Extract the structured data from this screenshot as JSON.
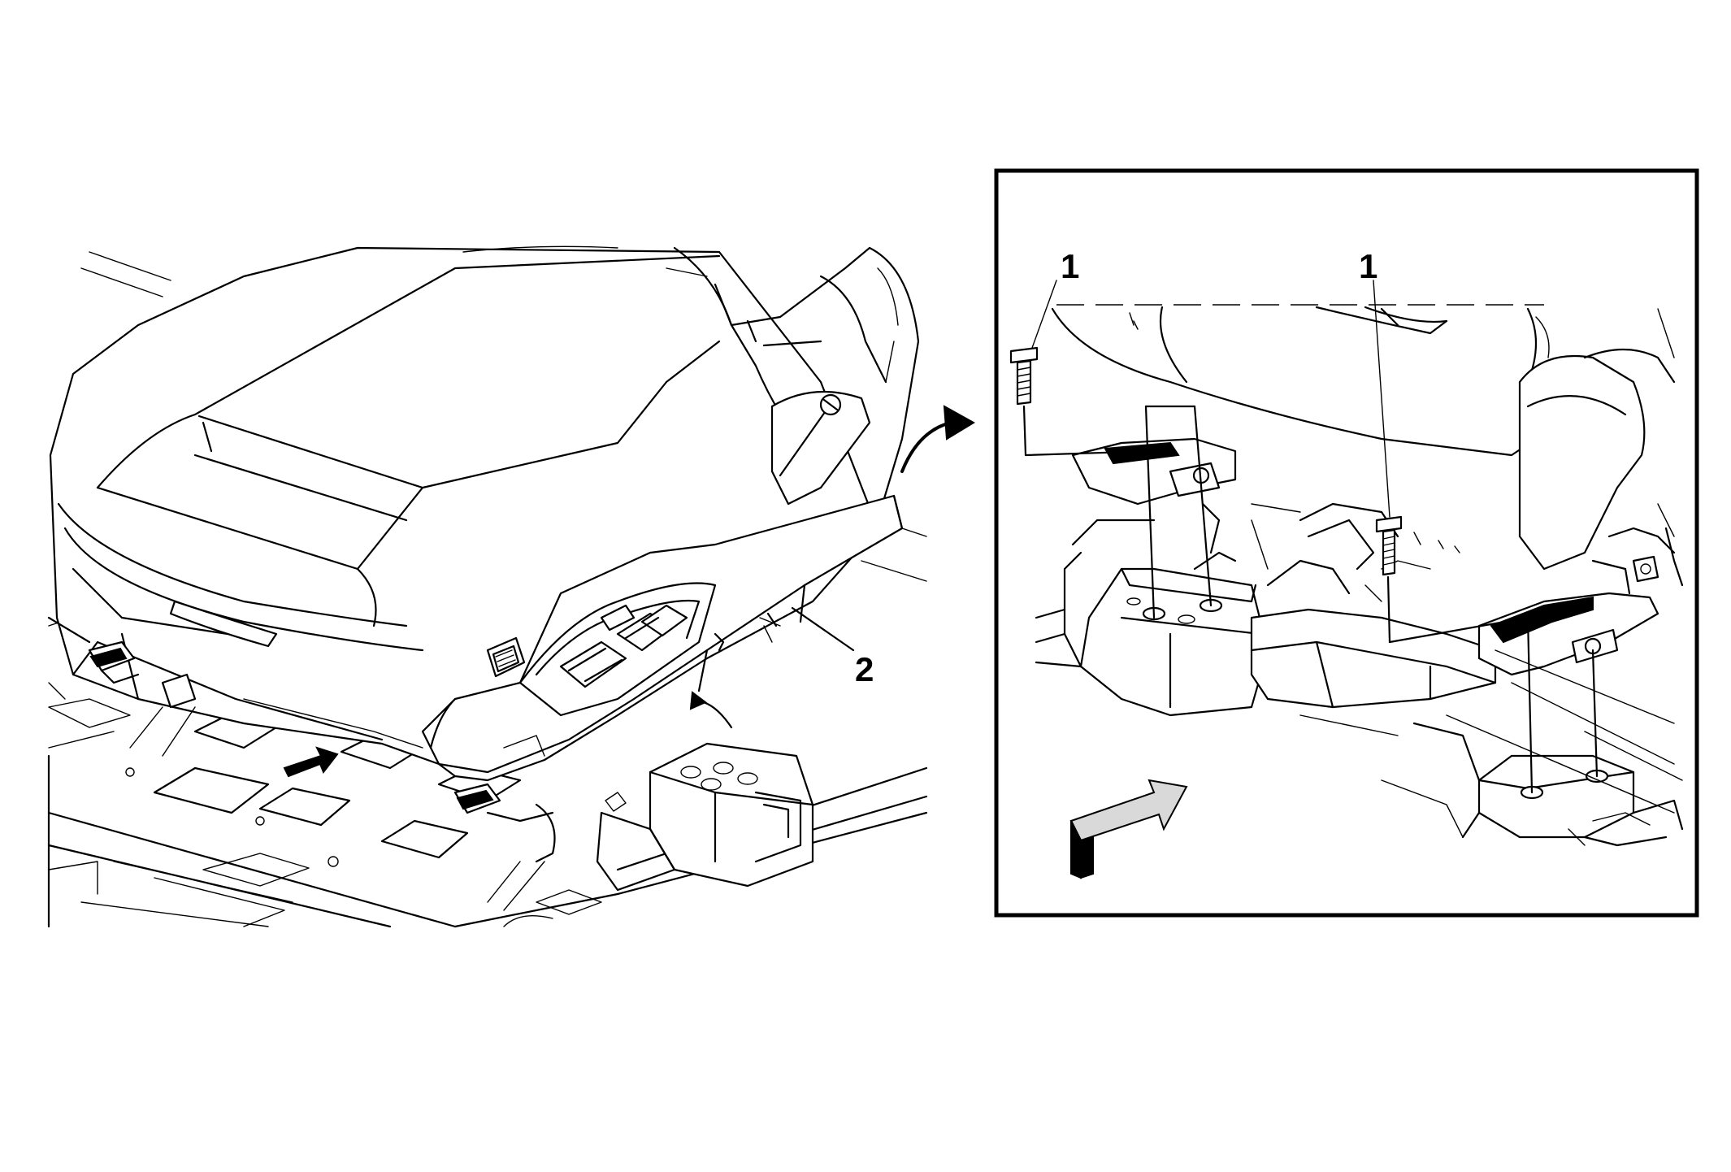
{
  "callouts": {
    "fastener_left": "1",
    "fastener_right": "1",
    "seat_assembly": "2"
  },
  "colors": {
    "line": "#000000",
    "background": "#ffffff",
    "shade": "#d9d9d9"
  },
  "icons": {
    "direction_arrow": "front-direction-arrow-icon",
    "zoom_arrow": "curved-arrow-icon",
    "install_arrow": "motion-arrow-icon"
  }
}
